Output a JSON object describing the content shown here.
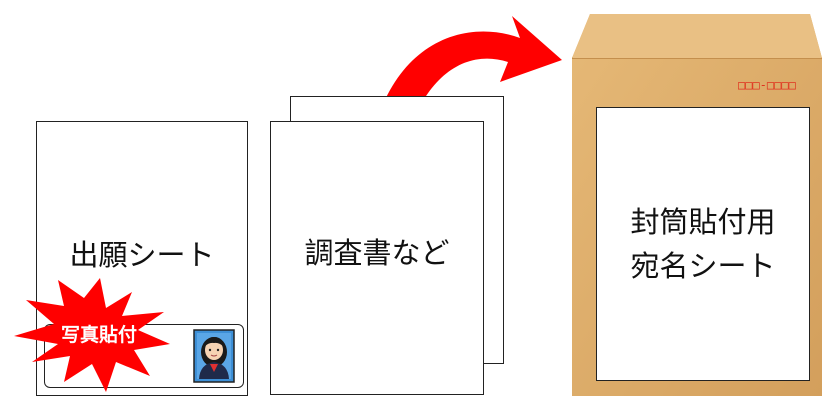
{
  "diagram": {
    "application_sheet": {
      "label": "出願シート"
    },
    "photo_badge": {
      "label": "写真貼付"
    },
    "documents": {
      "label": "調査書など"
    },
    "envelope": {
      "postal_code_boxes": "□□□-□□□□",
      "address_sheet_line1": "封筒貼付用",
      "address_sheet_line2": "宛名シート"
    }
  },
  "colors": {
    "arrow": "#ff0000",
    "burst": "#ff0000",
    "envelope": "#d9a866",
    "postal_code": "#e0331f"
  },
  "icons": {
    "photo": "student-portrait-icon",
    "arrow": "curved-arrow-icon",
    "burst": "starburst-icon"
  }
}
